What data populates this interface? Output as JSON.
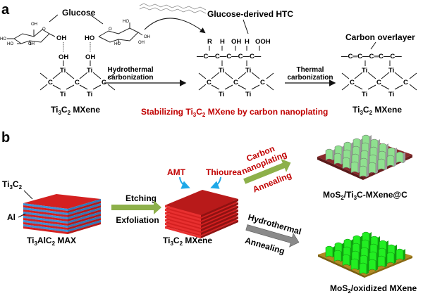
{
  "panel_a": {
    "label": "a",
    "glucose_label": "Glucose",
    "htc_label": "Glucose-derived HTC",
    "carbon_overlayer_label": "Carbon overlayer",
    "step1": {
      "line1": "Hydrothermal",
      "line2": "carbonization"
    },
    "step2": {
      "line1": "Thermal",
      "line2": "carbonization"
    },
    "caption": {
      "pre": "Stabilizing Ti",
      "sub1": "3",
      "mid": "C",
      "sub2": "2",
      "post": " MXene by carbon nanoplating"
    },
    "mxene_label": {
      "base": "Ti",
      "sub1": "3",
      "mid": "C",
      "sub2": "2",
      "post": " MXene"
    },
    "atoms": {
      "ti": "Ti",
      "c": "C",
      "oh": "OH",
      "ho": "HO",
      "o": "O",
      "h": "H",
      "r": "R",
      "ooh": "OOH"
    },
    "htc_chain": "—C—C—C—C—C—",
    "overlayer_chain": "—C═C—C═C—C—"
  },
  "panel_b": {
    "label": "b",
    "max": {
      "base": "Ti",
      "sub1": "3",
      "mid": "AlC",
      "sub2": "2",
      "post": " MAX"
    },
    "ti3c2_label": {
      "base": "Ti",
      "sub1": "3",
      "mid": "C",
      "sub2": "2"
    },
    "al_label": "Al",
    "step_etch": {
      "top": "Etching",
      "bottom": "Exfoliation"
    },
    "mxene": {
      "base": "Ti",
      "sub1": "3",
      "mid": "C",
      "sub2": "2",
      "post": " MXene"
    },
    "amt_label": "AMT",
    "thiourea_label": "Thiourea",
    "route_upper": {
      "line1": "Carbon",
      "line2": "nanoplating",
      "line3": "Annealing"
    },
    "route_lower": {
      "line1": "Hydrothermal",
      "line2": "Annealing"
    },
    "product_upper": {
      "a": "MoS",
      "s1": "2",
      "b": "/Ti",
      "s2": "3",
      "c": "C-MXene@C"
    },
    "product_lower": {
      "a": "MoS",
      "s1": "2",
      "b": "/oxidized MXene"
    }
  },
  "colors": {
    "red_text": "#c00000",
    "mxene_red": "#d42020",
    "mxene_red_dark": "#9e1616",
    "al_blue": "#3d8fd6",
    "arrow_green": "#8db04a",
    "arrow_gray": "#8a8a8a",
    "mos2_light_green": "#8fe08f",
    "mos2_green": "#22ee22",
    "substrate_brown": "#9a3a3a",
    "substrate_gold": "#b08a20",
    "blue_arrow": "#1ea8e8"
  }
}
